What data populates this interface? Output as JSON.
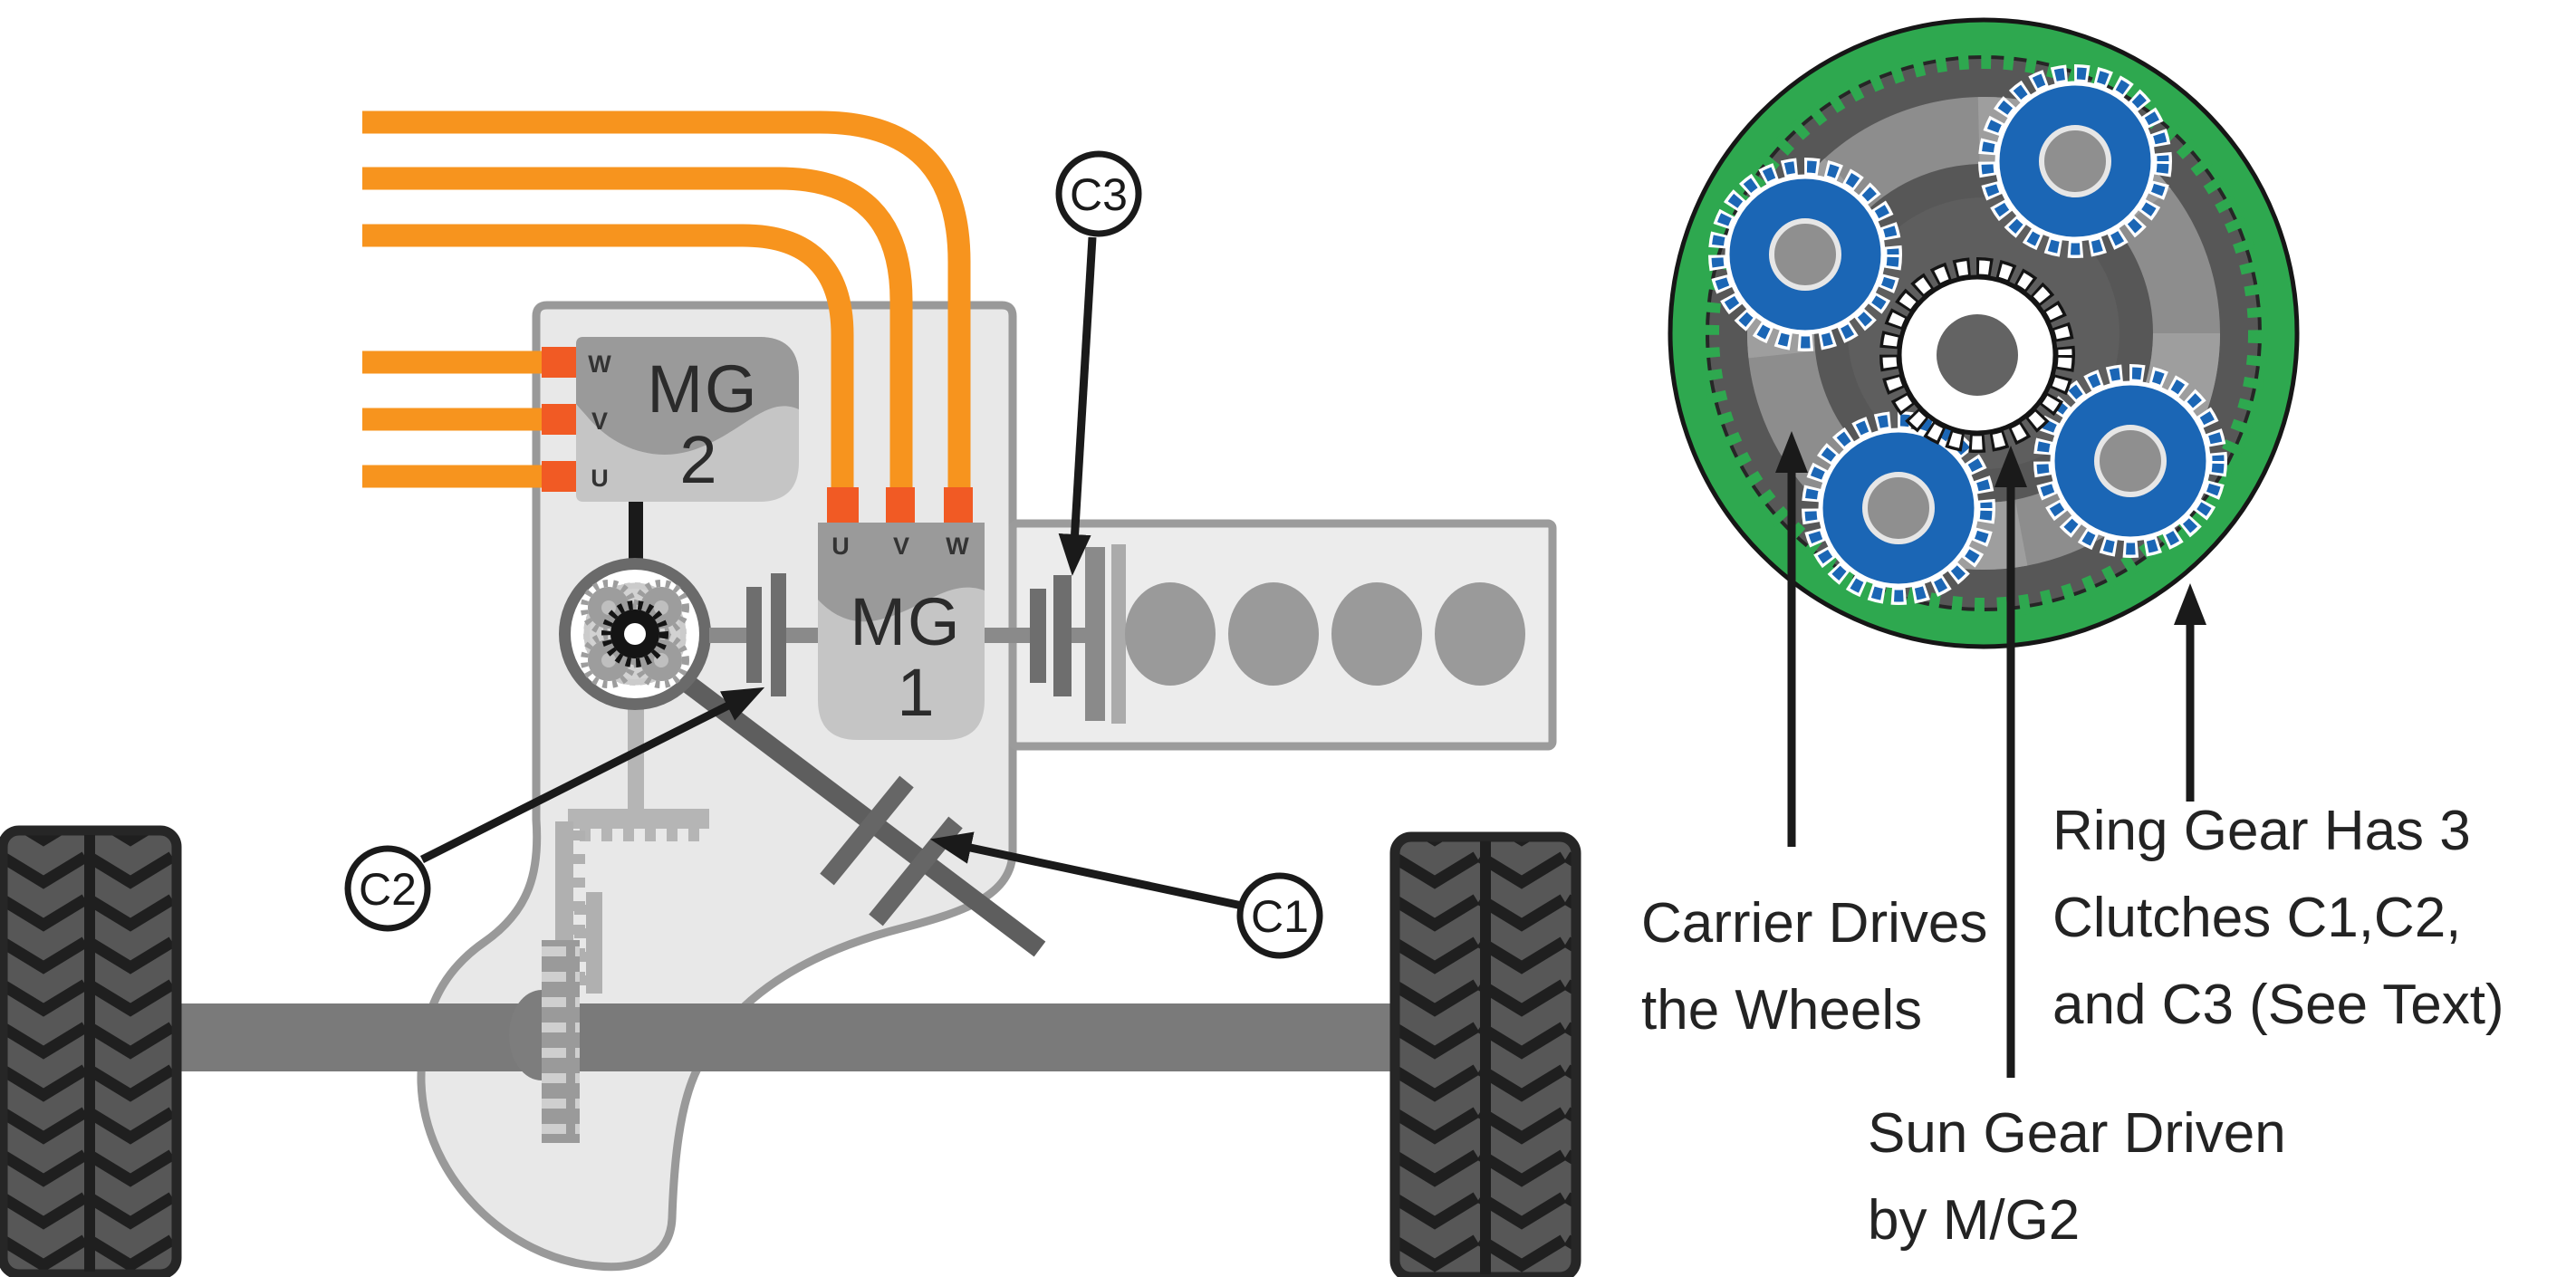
{
  "callouts": {
    "c1": "C1",
    "c2": "C2",
    "c3": "C3"
  },
  "mg2": {
    "name_line1": "MG",
    "name_line2": "2",
    "terminals": [
      "W",
      "V",
      "U"
    ]
  },
  "mg1": {
    "name_line1": "MG",
    "name_line2": "1",
    "terminals": [
      "U",
      "V",
      "W"
    ]
  },
  "annotations": {
    "carrier": [
      "Carrier Drives",
      "the Wheels"
    ],
    "sun": [
      "Sun Gear Driven",
      "by M/G2"
    ],
    "ring": [
      "Ring Gear Has 3",
      "Clutches C1,C2,",
      "and C3 (See Text)"
    ]
  },
  "colors": {
    "cable_orange": "#F7941E",
    "connector_orange": "#F15A24",
    "ring_gear_green": "#2EA84F",
    "planet_gear_blue": "#1B66B5",
    "housing_grey": "#E8E8E8",
    "outline_grey": "#999999",
    "dark_gear_grey": "#575757",
    "tire_grey": "#575757",
    "tread_black": "#1F1F1F",
    "arrow_black": "#1A1A1A"
  }
}
